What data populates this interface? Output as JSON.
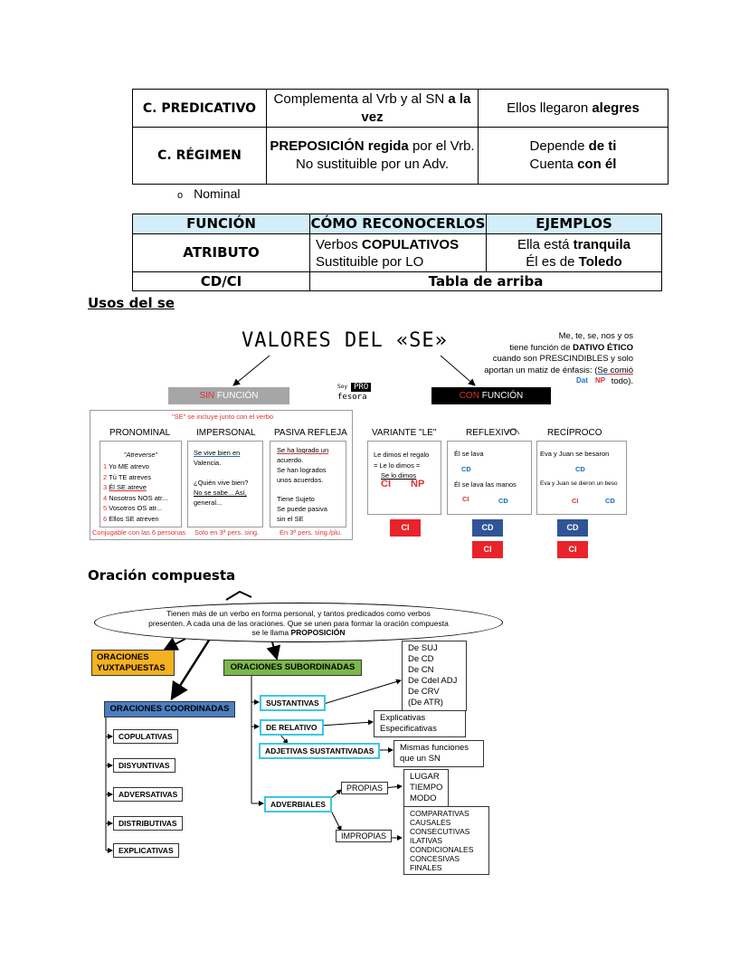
{
  "table1": {
    "rows": [
      {
        "label": "C. PREDICATIVO",
        "desc_plain": "Complementa al Vrb y al SN ",
        "desc_bold": "a la vez",
        "ex_plain": "Ellos llegaron ",
        "ex_bold": "alegres"
      },
      {
        "label": "C. RÉGIMEN",
        "desc_bold": "PREPOSICIÓN regida",
        "desc_plain": " por el Vrb.",
        "desc_line2": "No sustituible por un Adv.",
        "ex1_plain": "Depende ",
        "ex1_bold": "de ti",
        "ex2_plain": "Cuenta ",
        "ex2_bold": "con él"
      }
    ]
  },
  "bullet": {
    "symbol": "o",
    "text": "Nominal"
  },
  "table2": {
    "headers": [
      "FUNCIÓN",
      "CÓMO RECONOCERLOS",
      "EJEMPLOS"
    ],
    "row1": {
      "funcion": "ATRIBUTO",
      "how1_plain": "Verbos ",
      "how1_bold": "COPULATIVOS",
      "how2": "Sustituible por LO",
      "ex1_plain": "Ella está ",
      "ex1_bold": "tranquila",
      "ex2_plain": "Él es de ",
      "ex2_bold": "Toledo"
    },
    "row2": {
      "funcion": "CD/CI",
      "note": "Tabla de arriba"
    }
  },
  "section1": {
    "title": "Usos del se"
  },
  "se_diagram": {
    "title": "VALORES DEL «SE»",
    "dativo_line1": "Me, te, se, nos y os",
    "dativo_line2_plain": "tiene función de ",
    "dativo_line2_bold": "DATIVO ÉTICO",
    "dativo_line3": "cuando son PRESCINDIBLES y solo",
    "dativo_line4_plain": "aportan un matiz de énfasis: (",
    "dativo_line4_u": "Se",
    "dativo_line4_mid": " comió",
    "dativo_line4_end": " todo).",
    "dat_label": "Dat",
    "np_label": "NP",
    "soy": "Soy",
    "pro": "PRO",
    "fesora": "fesora",
    "sin_red": "SIN",
    "sin_rest": " FUNCIÓN",
    "con_red": "CON",
    "con_rest": " FUNCIÓN",
    "sin_note": "\"SE\" se incluye junto con el verbo",
    "col_pronominal": "PRONOMINAL",
    "col_impersonal": "IMPERSONAL",
    "col_pasiva": "PASIVA REFLEJA",
    "col_variante": "VARIANTE \"LE\"",
    "col_reflexivo": "REFLEXIVO",
    "col_reciproco": "RECÍPROCO",
    "pron_title": "\"Atreverse\"",
    "pron_lines": [
      "Yo ME atrevo",
      "Tú TE atreves",
      "Él SE atreve",
      "Nosotros NOS atr...",
      "Vosotros OS atr...",
      "Ellos SE atreven"
    ],
    "pron_nums": [
      "1",
      "2",
      "3",
      "4",
      "5",
      "6"
    ],
    "imp_lines": [
      "Se vive bien en",
      "Valencia.",
      "",
      "¿Quién vive bien?",
      "No se sabe... Así,",
      "general..."
    ],
    "pas_lines": [
      "Se ha logrado un",
      "acuerdo.",
      "Se han logrados",
      "unos acuerdos.",
      "",
      "Tiene Sujeto",
      "Se puede pasiva",
      "sin el SE"
    ],
    "var_lines": [
      "Le dimos el regalo",
      "= Le lo dimos =",
      "Se   lo   dimos"
    ],
    "var_ci": "CI",
    "var_np": "NP",
    "ref_line1": "Él se lava",
    "ref_cd": "CD",
    "ref_line2": "Él se lava las manos",
    "ref_ci": "CI",
    "ref_cd2": "CD",
    "rec_line1": "Eva y Juan se besaron",
    "rec_cd": "CD",
    "rec_line2": "Eva y Juan se dieron un beso",
    "rec_ci": "CI",
    "rec_cd2": "CD",
    "foot_pron": "Conjugable con las 6 personas",
    "foot_imp": "Solo en 3ª pers. sing.",
    "foot_pas": "En 3ª pers. sing./plu.",
    "btn_ci": "CI",
    "btn_cd": "CD"
  },
  "section2": {
    "title": "Oración compuesta"
  },
  "compuesta": {
    "ellipse_line1": "Tienen más de un verbo en forma personal, y tantos predicados como verbos",
    "ellipse_line2": "presenten. A cada una de las oraciones. Que se unen para formar la oración compuesta",
    "ellipse_line3_plain": "se le llama ",
    "ellipse_line3_bold": "PROPOSICIÓN",
    "yuxta1": "ORACIONES",
    "yuxta2": "YUXTAPUESTAS",
    "subordinadas": "ORACIONES SUBORDINADAS",
    "coordinadas": "ORACIONES COORDINADAS",
    "coord_items": [
      "COPULATIVAS",
      "DISYUNTIVAS",
      "ADVERSATIVAS",
      "DISTRIBUTIVAS",
      "EXPLICATIVAS"
    ],
    "sustantivas": "SUSTANTIVAS",
    "sust_list": [
      "De SUJ",
      "De CD",
      "De CN",
      "De Cdel ADJ",
      "De CRV",
      "(De ATR)"
    ],
    "relativo": "DE RELATIVO",
    "rel_list": [
      "Explicativas",
      "Especificativas"
    ],
    "adj_sust": "ADJETIVAS SUSTANTIVADAS",
    "adj_list": [
      "Mismas funciones",
      "que un SN"
    ],
    "adverbiales": "ADVERBIALES",
    "propias": "PROPIAS",
    "propias_list": [
      "LUGAR",
      "TIEMPO",
      "MODO"
    ],
    "impropias": "IMPROPIAS",
    "impropias_list": [
      "COMPARATIVAS",
      "CAUSALES",
      "CONSECUTIVAS",
      "ILATIVAS",
      "CONDICIONALES",
      "CONCESIVAS",
      "FINALES"
    ]
  },
  "colors": {
    "red_btn": "#e8242a",
    "blue_btn": "#2f5597",
    "table_head": "#d4eef9",
    "yuxta": "#f5b120",
    "subord": "#7bb84a",
    "coord": "#4b7fc1",
    "cyan": "#3cc6e6"
  }
}
